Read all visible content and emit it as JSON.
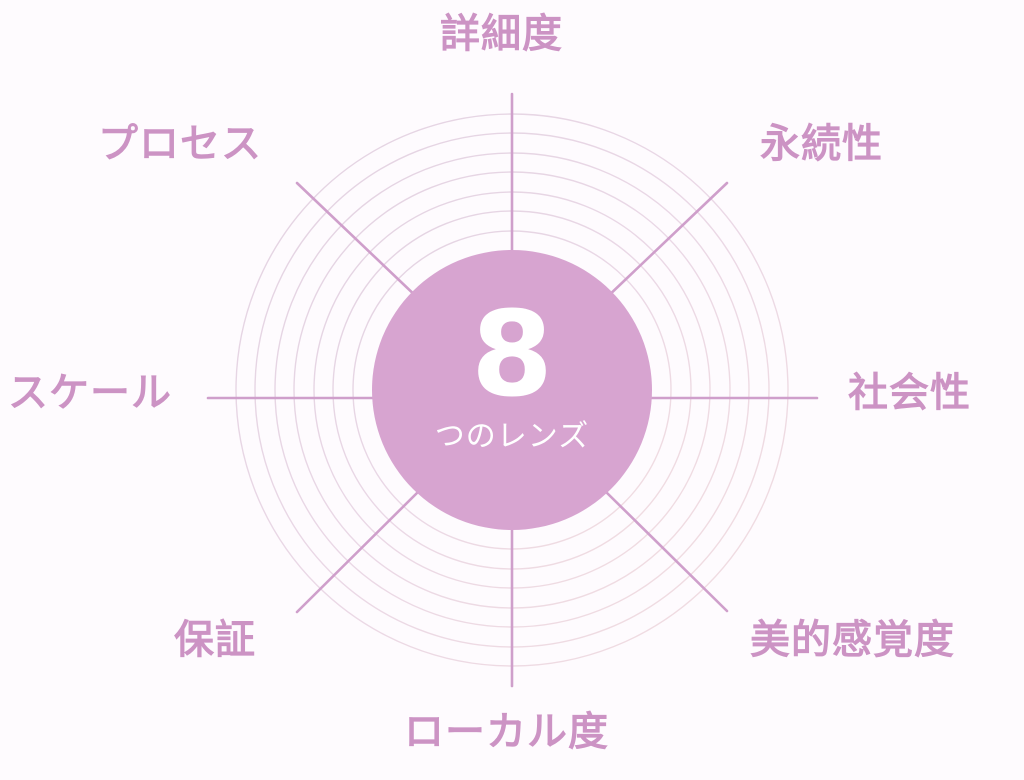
{
  "diagram": {
    "type": "radial-lens-diagram",
    "center": {
      "number": "8",
      "subtitle": "つのレンズ"
    },
    "labels": {
      "top": "詳細度",
      "top_right": "永続性",
      "right": "社会性",
      "bottom_right": "美的感覚度",
      "bottom": "ローカル度",
      "bottom_left": "保証",
      "left": "スケール",
      "top_left": "プロセス"
    },
    "colors": {
      "background": "#fefbfe",
      "center_circle": "#d7a4d0",
      "spokes": "#cf9fcb",
      "rings": "#e6d6e4",
      "label_text": "#cc93c4",
      "center_text": "#ffffff"
    },
    "ring_count": 7
  }
}
